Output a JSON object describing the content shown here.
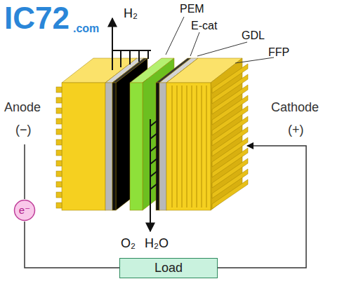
{
  "diagram": {
    "nodes": [
      {
        "text": [
          "e⁻"
        ]
      },
      {
        "text": [
          "Load"
        ]
      }
    ],
    "edges": [
      {
        "from": 0,
        "to": 1,
        "arrow": "none"
      }
    ],
    "labels": [
      "IC72",
      ".com",
      "H₂",
      "PEM",
      "E-cat",
      "GDL",
      "FFP",
      "Anode",
      "(−)",
      "Cathode",
      "(+)",
      "O₂",
      "H₂O"
    ]
  }
}
